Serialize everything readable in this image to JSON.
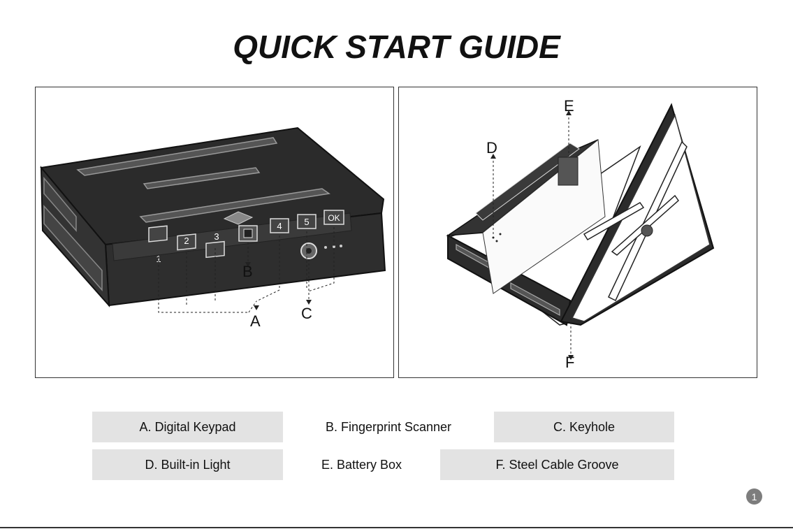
{
  "title": "QUICK START GUIDE",
  "left_panel": {
    "keys": [
      "1",
      "2",
      "3",
      "4",
      "5",
      "OK"
    ],
    "callouts": {
      "a": "A",
      "b": "B",
      "c": "C"
    }
  },
  "right_panel": {
    "callouts": {
      "d": "D",
      "e": "E",
      "f": "F"
    }
  },
  "legend": {
    "row1": [
      "A. Digital Keypad",
      "B. Fingerprint Scanner",
      "C. Keyhole"
    ],
    "row2": [
      "D. Built-in Light",
      "E. Battery Box",
      "F. Steel Cable Groove"
    ]
  },
  "page_number": "1",
  "colors": {
    "legend_gray": "#e3e3e3",
    "page_badge": "#7d7d7d"
  }
}
